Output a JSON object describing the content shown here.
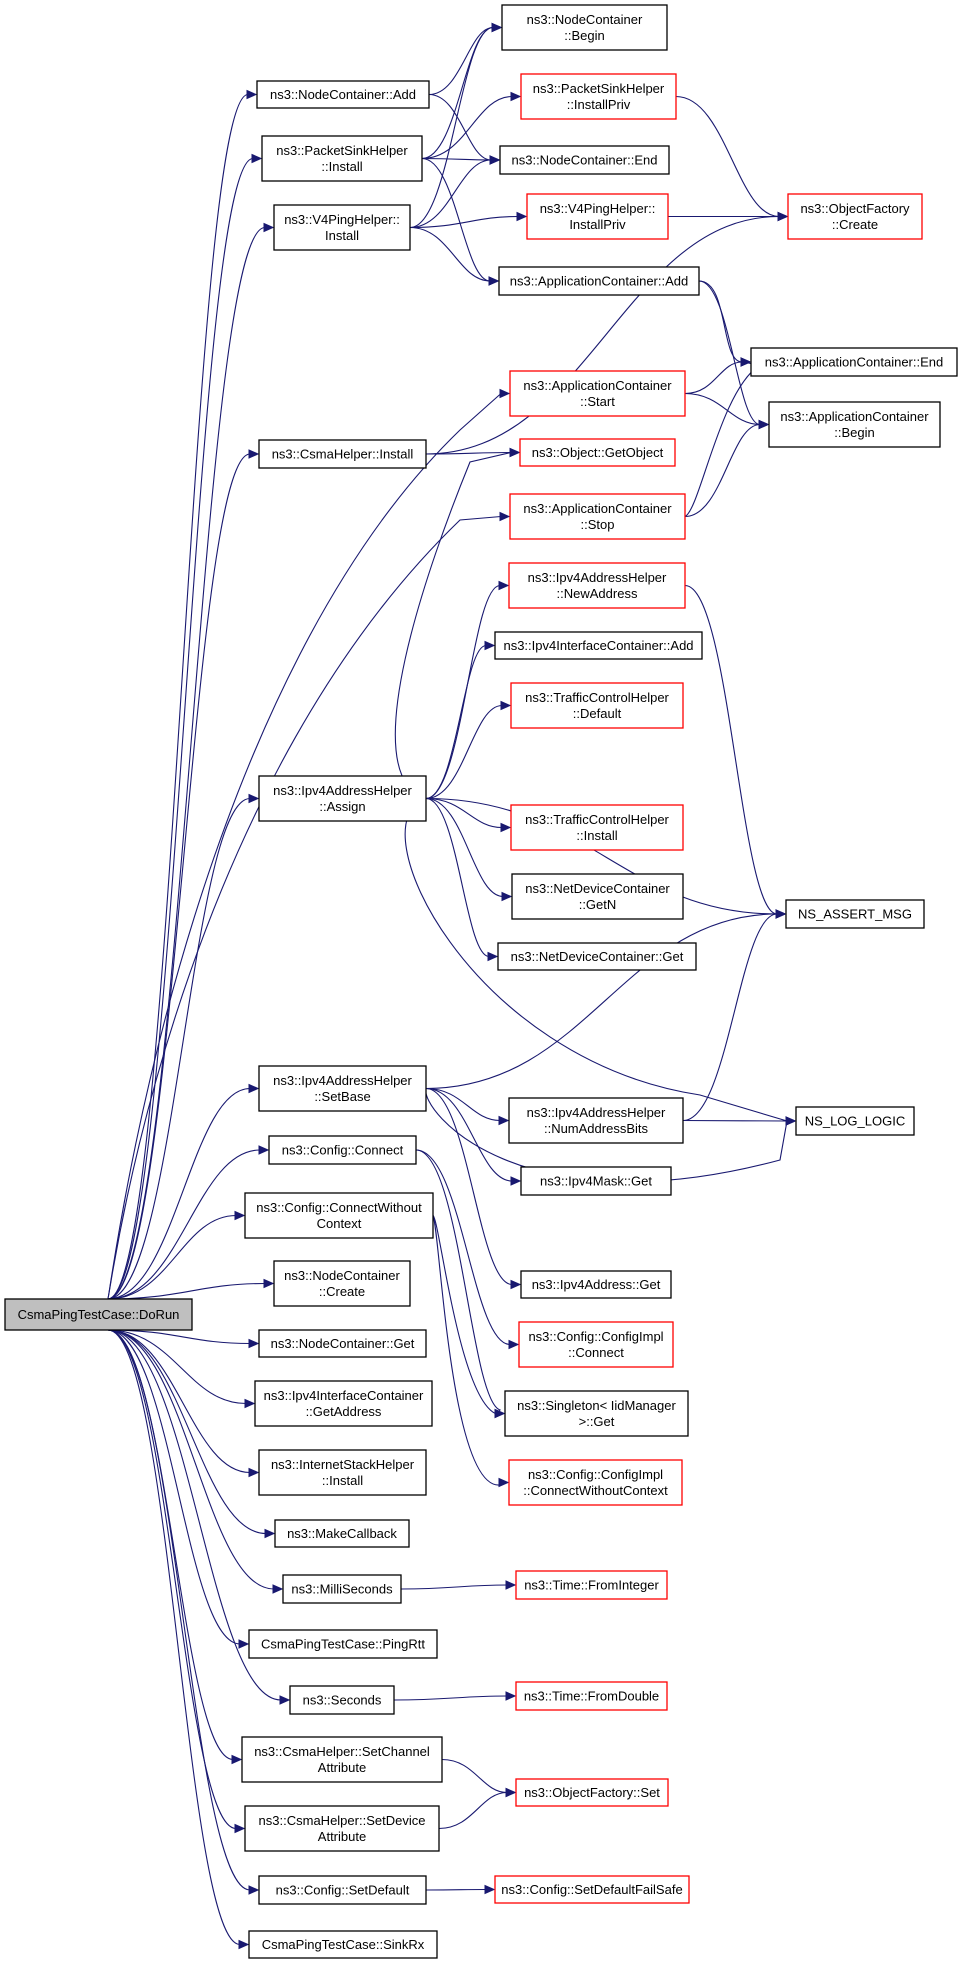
{
  "colors": {
    "edge": "#191970",
    "node_fill": "#ffffff",
    "root_fill": "#bfbfbf",
    "border_normal": "#000000",
    "border_truncated": "#ff0000"
  },
  "nodes": [
    {
      "id": "root",
      "lines": [
        "CsmaPingTestCase::DoRun"
      ],
      "border": "black",
      "root": true
    },
    {
      "id": "nc_add",
      "lines": [
        "ns3::NodeContainer::Add"
      ],
      "border": "black"
    },
    {
      "id": "psh_install",
      "lines": [
        "ns3::PacketSinkHelper",
        "::Install"
      ],
      "border": "black"
    },
    {
      "id": "v4_install",
      "lines": [
        "ns3::V4PingHelper::",
        "Install"
      ],
      "border": "black"
    },
    {
      "id": "csma_install",
      "lines": [
        "ns3::CsmaHelper::Install"
      ],
      "border": "black"
    },
    {
      "id": "ipv4_assign",
      "lines": [
        "ns3::Ipv4AddressHelper",
        "::Assign"
      ],
      "border": "black"
    },
    {
      "id": "ipv4_setbase",
      "lines": [
        "ns3::Ipv4AddressHelper",
        "::SetBase"
      ],
      "border": "black"
    },
    {
      "id": "cfg_connect",
      "lines": [
        "ns3::Config::Connect"
      ],
      "border": "black"
    },
    {
      "id": "cfg_connect_wc",
      "lines": [
        "ns3::Config::ConnectWithout",
        "Context"
      ],
      "border": "black"
    },
    {
      "id": "nc_create",
      "lines": [
        "ns3::NodeContainer",
        "::Create"
      ],
      "border": "black"
    },
    {
      "id": "nc_get",
      "lines": [
        "ns3::NodeContainer::Get"
      ],
      "border": "black"
    },
    {
      "id": "ipv4ic_getaddr",
      "lines": [
        "ns3::Ipv4InterfaceContainer",
        "::GetAddress"
      ],
      "border": "black"
    },
    {
      "id": "ish_install",
      "lines": [
        "ns3::InternetStackHelper",
        "::Install"
      ],
      "border": "black"
    },
    {
      "id": "make_callback",
      "lines": [
        "ns3::MakeCallback"
      ],
      "border": "black"
    },
    {
      "id": "milliseconds",
      "lines": [
        "ns3::MilliSeconds"
      ],
      "border": "black"
    },
    {
      "id": "ping_rtt",
      "lines": [
        "CsmaPingTestCase::PingRtt"
      ],
      "border": "black"
    },
    {
      "id": "seconds",
      "lines": [
        "ns3::Seconds"
      ],
      "border": "black"
    },
    {
      "id": "csma_setchan",
      "lines": [
        "ns3::CsmaHelper::SetChannel",
        "Attribute"
      ],
      "border": "black"
    },
    {
      "id": "csma_setdev",
      "lines": [
        "ns3::CsmaHelper::SetDevice",
        "Attribute"
      ],
      "border": "black"
    },
    {
      "id": "cfg_setdefault",
      "lines": [
        "ns3::Config::SetDefault"
      ],
      "border": "black"
    },
    {
      "id": "sink_rx",
      "lines": [
        "CsmaPingTestCase::SinkRx"
      ],
      "border": "black"
    },
    {
      "id": "nc_begin",
      "lines": [
        "ns3::NodeContainer",
        "::Begin"
      ],
      "border": "black"
    },
    {
      "id": "psh_installpriv",
      "lines": [
        "ns3::PacketSinkHelper",
        "::InstallPriv"
      ],
      "border": "red"
    },
    {
      "id": "nc_end",
      "lines": [
        "ns3::NodeContainer::End"
      ],
      "border": "black"
    },
    {
      "id": "v4_installpriv",
      "lines": [
        "ns3::V4PingHelper::",
        "InstallPriv"
      ],
      "border": "red"
    },
    {
      "id": "appc_add",
      "lines": [
        "ns3::ApplicationContainer::Add"
      ],
      "border": "black"
    },
    {
      "id": "appc_start",
      "lines": [
        "ns3::ApplicationContainer",
        "::Start"
      ],
      "border": "red"
    },
    {
      "id": "obj_getobject",
      "lines": [
        "ns3::Object::GetObject"
      ],
      "border": "red"
    },
    {
      "id": "appc_stop",
      "lines": [
        "ns3::ApplicationContainer",
        "::Stop"
      ],
      "border": "red"
    },
    {
      "id": "ipv4ah_newaddr",
      "lines": [
        "ns3::Ipv4AddressHelper",
        "::NewAddress"
      ],
      "border": "red"
    },
    {
      "id": "ipv4ic_add",
      "lines": [
        "ns3::Ipv4InterfaceContainer::Add"
      ],
      "border": "black"
    },
    {
      "id": "tch_default",
      "lines": [
        "ns3::TrafficControlHelper",
        "::Default"
      ],
      "border": "red"
    },
    {
      "id": "tch_install",
      "lines": [
        "ns3::TrafficControlHelper",
        "::Install"
      ],
      "border": "red"
    },
    {
      "id": "ndc_getn",
      "lines": [
        "ns3::NetDeviceContainer",
        "::GetN"
      ],
      "border": "black"
    },
    {
      "id": "ndc_get",
      "lines": [
        "ns3::NetDeviceContainer::Get"
      ],
      "border": "black"
    },
    {
      "id": "ipv4ah_numbits",
      "lines": [
        "ns3::Ipv4AddressHelper",
        "::NumAddressBits"
      ],
      "border": "black"
    },
    {
      "id": "ipv4mask_get",
      "lines": [
        "ns3::Ipv4Mask::Get"
      ],
      "border": "black"
    },
    {
      "id": "ipv4addr_get",
      "lines": [
        "ns3::Ipv4Address::Get"
      ],
      "border": "black"
    },
    {
      "id": "cfgimpl_connect",
      "lines": [
        "ns3::Config::ConfigImpl",
        "::Connect"
      ],
      "border": "red"
    },
    {
      "id": "singleton_get",
      "lines": [
        "ns3::Singleton< IidManager",
        " >::Get"
      ],
      "border": "black"
    },
    {
      "id": "cfgimpl_connect_wc",
      "lines": [
        "ns3::Config::ConfigImpl",
        "::ConnectWithoutContext"
      ],
      "border": "red"
    },
    {
      "id": "time_fromint",
      "lines": [
        "ns3::Time::FromInteger"
      ],
      "border": "red"
    },
    {
      "id": "time_fromdouble",
      "lines": [
        "ns3::Time::FromDouble"
      ],
      "border": "red"
    },
    {
      "id": "of_set",
      "lines": [
        "ns3::ObjectFactory::Set"
      ],
      "border": "red"
    },
    {
      "id": "cfg_setdefault_fs",
      "lines": [
        "ns3::Config::SetDefaultFailSafe"
      ],
      "border": "red"
    },
    {
      "id": "of_create",
      "lines": [
        "ns3::ObjectFactory",
        "::Create"
      ],
      "border": "red"
    },
    {
      "id": "appc_end",
      "lines": [
        "ns3::ApplicationContainer::End"
      ],
      "border": "black"
    },
    {
      "id": "appc_begin",
      "lines": [
        "ns3::ApplicationContainer",
        "::Begin"
      ],
      "border": "black"
    },
    {
      "id": "ns_assert_msg",
      "lines": [
        "NS_ASSERT_MSG"
      ],
      "border": "black"
    },
    {
      "id": "ns_log_logic",
      "lines": [
        "NS_LOG_LOGIC"
      ],
      "border": "black"
    }
  ],
  "edges": [
    [
      "root",
      "nc_add"
    ],
    [
      "root",
      "psh_install"
    ],
    [
      "root",
      "v4_install"
    ],
    [
      "root",
      "csma_install"
    ],
    [
      "root",
      "appc_start"
    ],
    [
      "root",
      "appc_stop"
    ],
    [
      "root",
      "ipv4_assign"
    ],
    [
      "root",
      "ipv4_setbase"
    ],
    [
      "root",
      "cfg_connect"
    ],
    [
      "root",
      "cfg_connect_wc"
    ],
    [
      "root",
      "nc_create"
    ],
    [
      "root",
      "nc_get"
    ],
    [
      "root",
      "ipv4ic_getaddr"
    ],
    [
      "root",
      "ish_install"
    ],
    [
      "root",
      "make_callback"
    ],
    [
      "root",
      "milliseconds"
    ],
    [
      "root",
      "ping_rtt"
    ],
    [
      "root",
      "seconds"
    ],
    [
      "root",
      "csma_setchan"
    ],
    [
      "root",
      "csma_setdev"
    ],
    [
      "root",
      "cfg_setdefault"
    ],
    [
      "root",
      "sink_rx"
    ],
    [
      "nc_add",
      "nc_begin"
    ],
    [
      "nc_add",
      "nc_end"
    ],
    [
      "psh_install",
      "nc_begin"
    ],
    [
      "psh_install",
      "psh_installpriv"
    ],
    [
      "psh_install",
      "nc_end"
    ],
    [
      "psh_install",
      "appc_add"
    ],
    [
      "v4_install",
      "nc_begin"
    ],
    [
      "v4_install",
      "nc_end"
    ],
    [
      "v4_install",
      "v4_installpriv"
    ],
    [
      "v4_install",
      "appc_add"
    ],
    [
      "psh_installpriv",
      "of_create"
    ],
    [
      "v4_installpriv",
      "of_create"
    ],
    [
      "appc_add",
      "appc_end"
    ],
    [
      "appc_add",
      "appc_begin"
    ],
    [
      "csma_install",
      "of_create"
    ],
    [
      "csma_install",
      "obj_getobject"
    ],
    [
      "appc_start",
      "appc_end"
    ],
    [
      "appc_start",
      "appc_begin"
    ],
    [
      "appc_stop",
      "appc_end"
    ],
    [
      "appc_stop",
      "appc_begin"
    ],
    [
      "ipv4_assign",
      "obj_getobject"
    ],
    [
      "ipv4_assign",
      "ipv4ah_newaddr"
    ],
    [
      "ipv4_assign",
      "ipv4ic_add"
    ],
    [
      "ipv4_assign",
      "tch_default"
    ],
    [
      "ipv4_assign",
      "tch_install"
    ],
    [
      "ipv4_assign",
      "ndc_getn"
    ],
    [
      "ipv4_assign",
      "ndc_get"
    ],
    [
      "ipv4_assign",
      "ns_assert_msg"
    ],
    [
      "ipv4_assign",
      "ns_log_logic"
    ],
    [
      "ipv4ah_newaddr",
      "ns_assert_msg"
    ],
    [
      "ipv4_setbase",
      "ns_assert_msg"
    ],
    [
      "ipv4_setbase",
      "ipv4ah_numbits"
    ],
    [
      "ipv4_setbase",
      "ipv4mask_get"
    ],
    [
      "ipv4_setbase",
      "ipv4addr_get"
    ],
    [
      "ipv4_setbase",
      "ns_log_logic"
    ],
    [
      "ipv4ah_numbits",
      "ns_assert_msg"
    ],
    [
      "ipv4ah_numbits",
      "ns_log_logic"
    ],
    [
      "cfg_connect",
      "cfgimpl_connect"
    ],
    [
      "cfg_connect",
      "singleton_get"
    ],
    [
      "cfg_connect_wc",
      "singleton_get"
    ],
    [
      "cfg_connect_wc",
      "cfgimpl_connect_wc"
    ],
    [
      "milliseconds",
      "time_fromint"
    ],
    [
      "seconds",
      "time_fromdouble"
    ],
    [
      "csma_setchan",
      "of_set"
    ],
    [
      "csma_setdev",
      "of_set"
    ],
    [
      "cfg_setdefault",
      "cfg_setdefault_fs"
    ]
  ]
}
